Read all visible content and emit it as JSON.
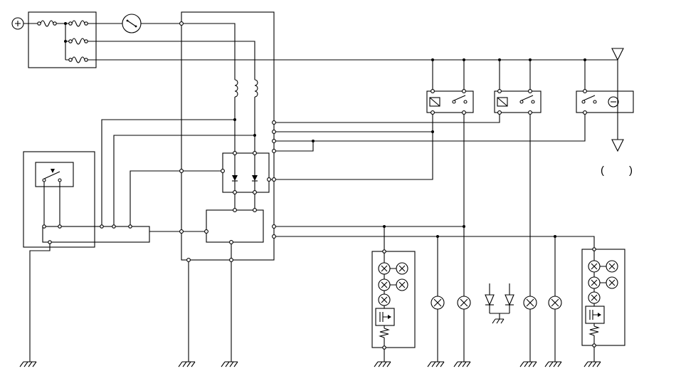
{
  "page": {
    "background": "#ffffff"
  },
  "diagram": {
    "stroke_color": "#000000",
    "labels": {
      "paren_open": "(",
      "paren_close": ")"
    },
    "components": {
      "battery": "Battery positive terminal",
      "fuse_box": "Fuse box",
      "ignition_switch": "Ignition switch",
      "control_unit": "Integrated control unit",
      "hazard_switch": "Hazard switch assembly",
      "connector_strip": "Connector",
      "relay_left": "Relay",
      "relay_center": "Relay",
      "relay_right": "Relay with indicator",
      "off_page_connector": "Off-page connector arrows",
      "lamp_cluster_left": "Lamp cluster (left)",
      "lamp_cluster_right": "Lamp cluster (right)",
      "indicator_lamps": "Indicator lamps",
      "diode_pair": "Diode pair",
      "ground": "Chassis ground"
    }
  }
}
